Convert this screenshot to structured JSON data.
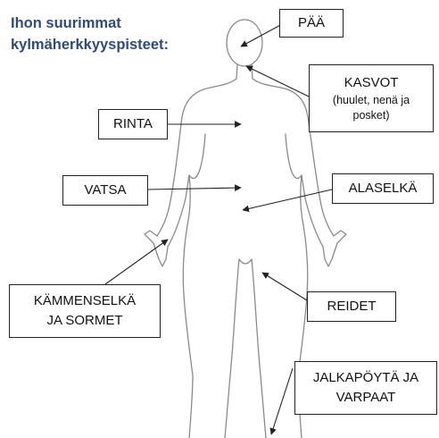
{
  "title_lines": [
    "Ihon suurimmat",
    "kylmäherkkyyspisteet:"
  ],
  "labels": {
    "paa": "PÄÄ",
    "kasvot": "KASVOT",
    "kasvot_detail_1": "(huulet, nenä ja",
    "kasvot_detail_2": "posket)",
    "rinta": "RINTA",
    "vatsa": "VATSA",
    "alaselka": "ALASELKÄ",
    "kammenselka_1": "KÄMMENSELKÄ",
    "kammenselka_2": "JA SORMET",
    "reidet": "REIDET",
    "jalkapoyta_1": "JALKAPÖYTÄ JA",
    "jalkapoyta_2": "VARPAAT"
  },
  "colors": {
    "title": "#2f4b7c",
    "outline": "#8a8a8a",
    "box_border": "#222222",
    "arrow": "#222222"
  }
}
